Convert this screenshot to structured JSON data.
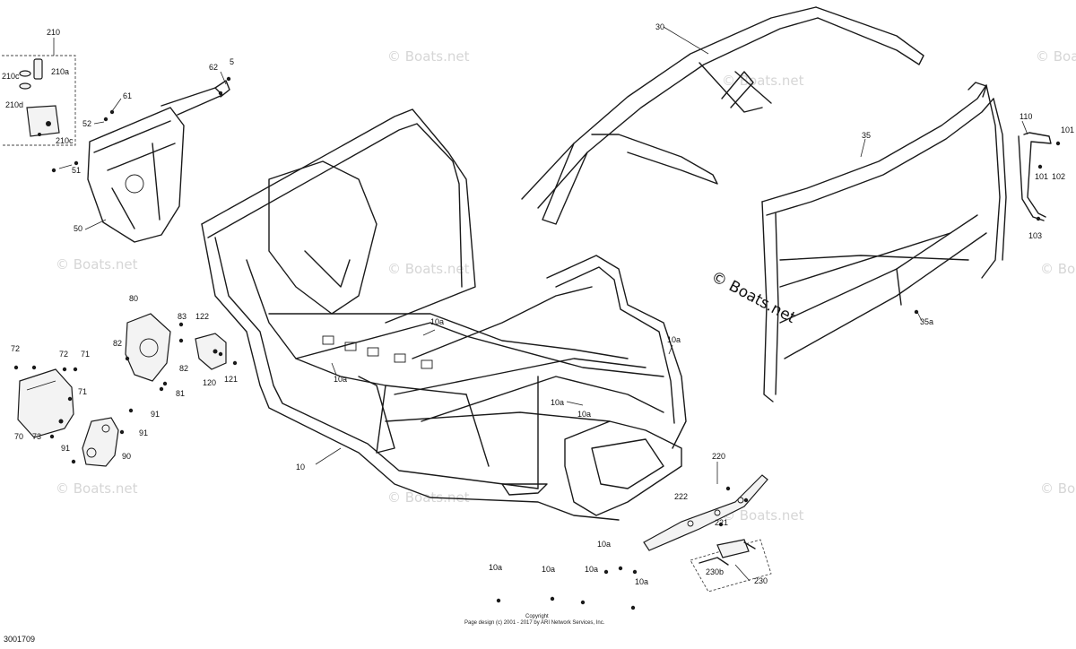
{
  "diagram_id": "3001709",
  "copyright": {
    "line1": "Copyright",
    "line2": "Page design (c) 2001 - 2017 by ARI Network Services, Inc."
  },
  "watermark": {
    "text": "© Boats.net",
    "prominent_text": "© Boats.net"
  },
  "callouts": {
    "c210": "210",
    "c210a": "210a",
    "c210c": "210c",
    "c210d": "210d",
    "c210c_b": "210c",
    "c62": "62",
    "c5": "5",
    "c61": "61",
    "c52": "52",
    "c51": "51",
    "c50": "50",
    "c30": "30",
    "c35": "35",
    "c35a": "35a",
    "c110": "110",
    "c101": "101",
    "c101_b": "101",
    "c102": "102",
    "c103": "103",
    "c80": "80",
    "c83": "83",
    "c122": "122",
    "c82": "82",
    "c82_b": "82",
    "c81": "81",
    "c120": "120",
    "c121": "121",
    "c72": "72",
    "c72_b": "72",
    "c71": "71",
    "c71_b": "71",
    "c70": "70",
    "c73": "73",
    "c91": "91",
    "c91_b": "91",
    "c91_c": "91",
    "c90": "90",
    "c10": "10",
    "c10a_1": "10a",
    "c10a_2": "10a",
    "c10a_3": "10a",
    "c10a_4": "10a",
    "c10a_5": "10a",
    "c10a_6": "10a",
    "c10a_7": "10a",
    "c10a_8": "10a",
    "c10a_9": "10a",
    "c10a_10": "10a",
    "c220": "220",
    "c222": "222",
    "c221": "221",
    "c230": "230",
    "c230b": "230b"
  }
}
